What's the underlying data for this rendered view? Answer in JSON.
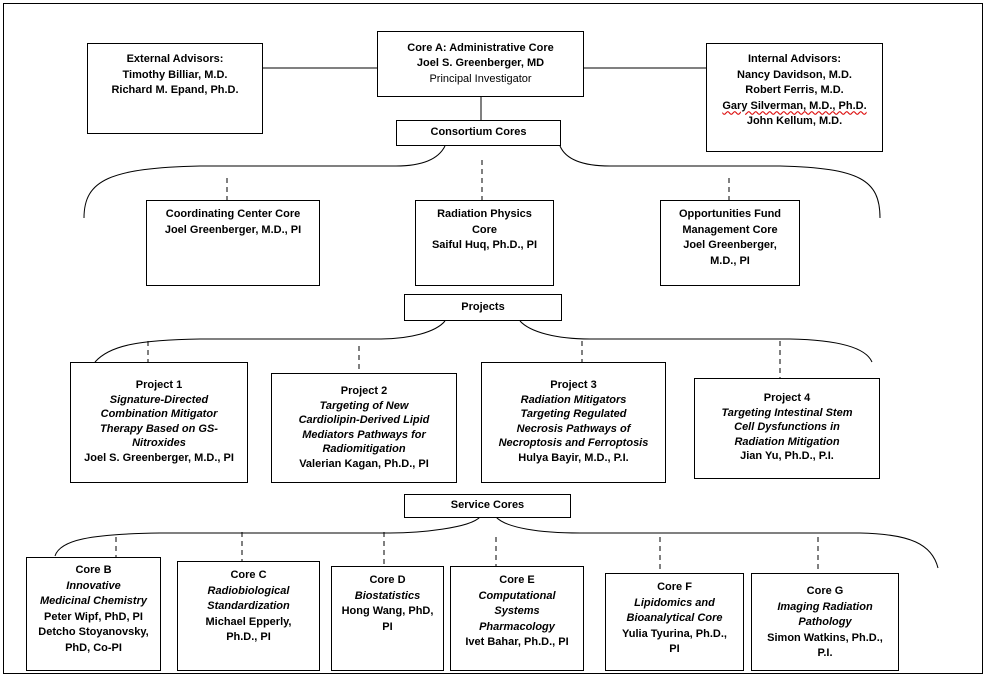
{
  "core_a": {
    "title": "Core A: Administrative Core",
    "name": "Joel S. Greenberger, MD",
    "role": "Principal Investigator"
  },
  "external_advisors": {
    "title": "External Advisors:",
    "members": [
      "Timothy Billiar, M.D.",
      "Richard M. Epand, Ph.D."
    ]
  },
  "internal_advisors": {
    "title": "Internal Advisors:",
    "members": [
      "Nancy Davidson, M.D.",
      "Robert Ferris, M.D.",
      "Gary Silverman, M.D., Ph.D.",
      "John Kellum, M.D."
    ]
  },
  "consortium_cores": {
    "label": "Consortium Cores",
    "cores": [
      {
        "lines": [
          "Coordinating Center Core",
          "Joel Greenberger, M.D., PI"
        ]
      },
      {
        "lines": [
          "Radiation Physics",
          "Core",
          "Saiful Huq, Ph.D., PI"
        ]
      },
      {
        "lines": [
          "Opportunities Fund",
          "Management Core",
          "Joel Greenberger,",
          "M.D., PI"
        ]
      }
    ]
  },
  "projects": {
    "label": "Projects",
    "items": [
      {
        "title": "Project 1",
        "topic": [
          "Signature-Directed",
          "Combination Mitigator",
          "Therapy Based on GS-",
          "Nitroxides"
        ],
        "pi": "Joel S. Greenberger, M.D., PI"
      },
      {
        "title": "Project 2",
        "topic": [
          "Targeting of New",
          "Cardiolipin-Derived Lipid",
          "Mediators Pathways for",
          "Radiomitigation"
        ],
        "pi": "Valerian Kagan, Ph.D., PI"
      },
      {
        "title": "Project 3",
        "topic": [
          "Radiation Mitigators",
          "Targeting Regulated",
          "Necrosis Pathways of",
          "Necroptosis and Ferroptosis"
        ],
        "pi": "Hulya Bayir, M.D., P.I."
      },
      {
        "title": "Project 4",
        "topic": [
          "Targeting Intestinal Stem",
          "Cell Dysfunctions in",
          "Radiation Mitigation"
        ],
        "pi": "Jian Yu, Ph.D., P.I."
      }
    ]
  },
  "service_cores": {
    "label": "Service Cores",
    "items": [
      {
        "title": "Core B",
        "topic": [
          "Innovative",
          "Medicinal Chemistry"
        ],
        "pi": [
          "Peter Wipf, PhD, PI",
          "Detcho Stoyanovsky,",
          "PhD, Co-PI"
        ]
      },
      {
        "title": "Core C",
        "topic": [
          "Radiobiological",
          "Standardization"
        ],
        "pi": [
          "Michael Epperly,",
          "Ph.D., PI"
        ]
      },
      {
        "title": "Core D",
        "topic": [
          "Biostatistics"
        ],
        "pi": [
          "Hong Wang, PhD,",
          "PI"
        ]
      },
      {
        "title": "Core E",
        "topic": [
          "Computational",
          "Systems",
          "Pharmacology"
        ],
        "pi": [
          "Ivet Bahar, Ph.D., PI"
        ]
      },
      {
        "title": "Core F",
        "topic": [
          "Lipidomics and",
          "Bioanalytical Core"
        ],
        "pi": [
          "Yulia Tyurina, Ph.D.,",
          "PI"
        ]
      },
      {
        "title": "Core G",
        "topic": [
          "Imaging Radiation",
          "Pathology"
        ],
        "pi": [
          "Simon Watkins, Ph.D.,",
          "P.I."
        ]
      }
    ]
  }
}
